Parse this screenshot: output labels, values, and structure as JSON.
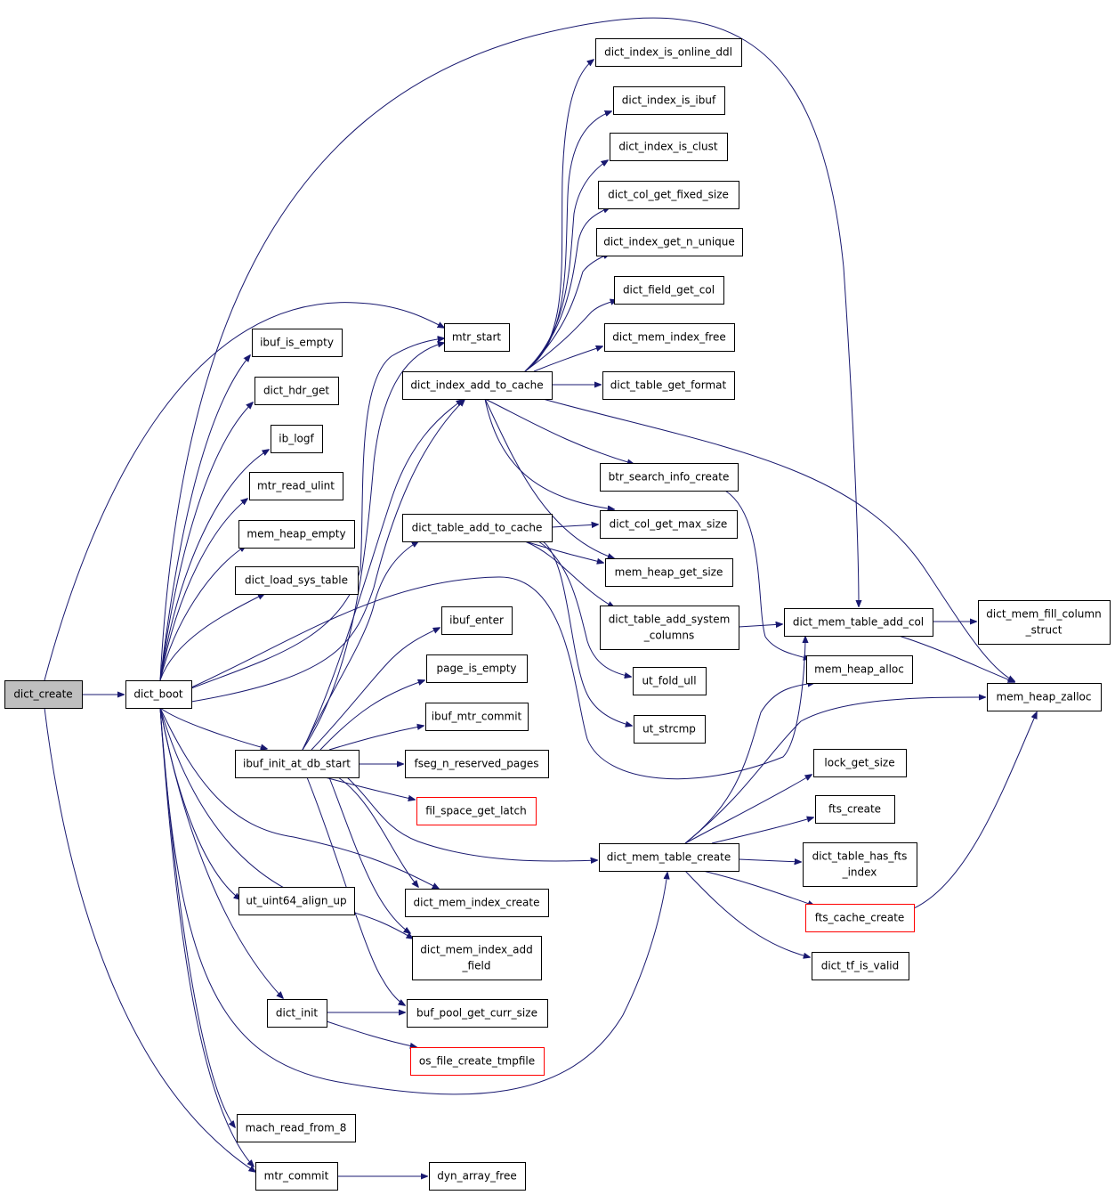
{
  "colors": {
    "edge": "#191970",
    "border": "#000000",
    "truncated_border": "#ff0000",
    "root_fill": "#bfbfbf",
    "node_fill": "#ffffff"
  },
  "nodes": [
    {
      "id": "dict_create",
      "lines": [
        "dict_create"
      ],
      "style": "root"
    },
    {
      "id": "dict_boot",
      "lines": [
        "dict_boot"
      ],
      "style": "normal"
    },
    {
      "id": "mtr_start",
      "lines": [
        "mtr_start"
      ],
      "style": "normal"
    },
    {
      "id": "dict_mem_table_add_col",
      "lines": [
        "dict_mem_table_add_col"
      ],
      "style": "normal"
    },
    {
      "id": "ibuf_is_empty",
      "lines": [
        "ibuf_is_empty"
      ],
      "style": "normal"
    },
    {
      "id": "dict_hdr_get",
      "lines": [
        "dict_hdr_get"
      ],
      "style": "normal"
    },
    {
      "id": "ib_logf",
      "lines": [
        "ib_logf"
      ],
      "style": "normal"
    },
    {
      "id": "mtr_read_ulint",
      "lines": [
        "mtr_read_ulint"
      ],
      "style": "normal"
    },
    {
      "id": "mem_heap_empty",
      "lines": [
        "mem_heap_empty"
      ],
      "style": "normal"
    },
    {
      "id": "dict_load_sys_table",
      "lines": [
        "dict_load_sys_table"
      ],
      "style": "normal"
    },
    {
      "id": "ibuf_init_at_db_start",
      "lines": [
        "ibuf_init_at_db_start"
      ],
      "style": "normal"
    },
    {
      "id": "ut_uint64_align_up",
      "lines": [
        "ut_uint64_align_up"
      ],
      "style": "normal"
    },
    {
      "id": "dict_init",
      "lines": [
        "dict_init"
      ],
      "style": "normal"
    },
    {
      "id": "mach_read_from_8",
      "lines": [
        "mach_read_from_8"
      ],
      "style": "normal"
    },
    {
      "id": "mtr_commit",
      "lines": [
        "mtr_commit"
      ],
      "style": "normal"
    },
    {
      "id": "dict_index_add_to_cache",
      "lines": [
        "dict_index_add_to_cache"
      ],
      "style": "normal"
    },
    {
      "id": "dict_table_add_to_cache",
      "lines": [
        "dict_table_add_to_cache"
      ],
      "style": "normal"
    },
    {
      "id": "ibuf_enter",
      "lines": [
        "ibuf_enter"
      ],
      "style": "normal"
    },
    {
      "id": "page_is_empty",
      "lines": [
        "page_is_empty"
      ],
      "style": "normal"
    },
    {
      "id": "ibuf_mtr_commit",
      "lines": [
        "ibuf_mtr_commit"
      ],
      "style": "normal"
    },
    {
      "id": "fseg_n_reserved_pages",
      "lines": [
        "fseg_n_reserved_pages"
      ],
      "style": "normal"
    },
    {
      "id": "fil_space_get_latch",
      "lines": [
        "fil_space_get_latch"
      ],
      "style": "truncated"
    },
    {
      "id": "dict_mem_index_create",
      "lines": [
        "dict_mem_index_create"
      ],
      "style": "normal"
    },
    {
      "id": "dict_mem_index_add_field",
      "lines": [
        "dict_mem_index_add",
        "_field"
      ],
      "style": "normal"
    },
    {
      "id": "buf_pool_get_curr_size",
      "lines": [
        "buf_pool_get_curr_size"
      ],
      "style": "normal"
    },
    {
      "id": "os_file_create_tmpfile",
      "lines": [
        "os_file_create_tmpfile"
      ],
      "style": "truncated"
    },
    {
      "id": "dyn_array_free",
      "lines": [
        "dyn_array_free"
      ],
      "style": "normal"
    },
    {
      "id": "dict_index_is_online_ddl",
      "lines": [
        "dict_index_is_online_ddl"
      ],
      "style": "normal"
    },
    {
      "id": "dict_index_is_ibuf",
      "lines": [
        "dict_index_is_ibuf"
      ],
      "style": "normal"
    },
    {
      "id": "dict_index_is_clust",
      "lines": [
        "dict_index_is_clust"
      ],
      "style": "normal"
    },
    {
      "id": "dict_col_get_fixed_size",
      "lines": [
        "dict_col_get_fixed_size"
      ],
      "style": "normal"
    },
    {
      "id": "dict_index_get_n_unique",
      "lines": [
        "dict_index_get_n_unique"
      ],
      "style": "normal"
    },
    {
      "id": "dict_field_get_col",
      "lines": [
        "dict_field_get_col"
      ],
      "style": "normal"
    },
    {
      "id": "dict_mem_index_free",
      "lines": [
        "dict_mem_index_free"
      ],
      "style": "normal"
    },
    {
      "id": "dict_table_get_format",
      "lines": [
        "dict_table_get_format"
      ],
      "style": "normal"
    },
    {
      "id": "btr_search_info_create",
      "lines": [
        "btr_search_info_create"
      ],
      "style": "normal"
    },
    {
      "id": "dict_col_get_max_size",
      "lines": [
        "dict_col_get_max_size"
      ],
      "style": "normal"
    },
    {
      "id": "mem_heap_get_size",
      "lines": [
        "mem_heap_get_size"
      ],
      "style": "normal"
    },
    {
      "id": "dict_table_add_system_columns",
      "lines": [
        "dict_table_add_system",
        "_columns"
      ],
      "style": "normal"
    },
    {
      "id": "ut_fold_ull",
      "lines": [
        "ut_fold_ull"
      ],
      "style": "normal"
    },
    {
      "id": "ut_strcmp",
      "lines": [
        "ut_strcmp"
      ],
      "style": "normal"
    },
    {
      "id": "dict_mem_table_create",
      "lines": [
        "dict_mem_table_create"
      ],
      "style": "normal"
    },
    {
      "id": "mem_heap_alloc",
      "lines": [
        "mem_heap_alloc"
      ],
      "style": "normal"
    },
    {
      "id": "dict_mem_fill_column_struct",
      "lines": [
        "dict_mem_fill_column",
        "_struct"
      ],
      "style": "normal"
    },
    {
      "id": "mem_heap_zalloc",
      "lines": [
        "mem_heap_zalloc"
      ],
      "style": "normal"
    },
    {
      "id": "lock_get_size",
      "lines": [
        "lock_get_size"
      ],
      "style": "normal"
    },
    {
      "id": "fts_create",
      "lines": [
        "fts_create"
      ],
      "style": "normal"
    },
    {
      "id": "dict_table_has_fts_index",
      "lines": [
        "dict_table_has_fts",
        "_index"
      ],
      "style": "normal"
    },
    {
      "id": "fts_cache_create",
      "lines": [
        "fts_cache_create"
      ],
      "style": "truncated"
    },
    {
      "id": "dict_tf_is_valid",
      "lines": [
        "dict_tf_is_valid"
      ],
      "style": "normal"
    }
  ],
  "edges": [
    {
      "from": "dict_create",
      "to": "dict_boot"
    },
    {
      "from": "dict_create",
      "to": "mtr_start"
    },
    {
      "from": "dict_create",
      "to": "mtr_commit"
    },
    {
      "from": "dict_boot",
      "to": "mtr_start"
    },
    {
      "from": "dict_boot",
      "to": "dict_mem_table_add_col"
    },
    {
      "from": "dict_boot",
      "to": "ibuf_is_empty"
    },
    {
      "from": "dict_boot",
      "to": "dict_hdr_get"
    },
    {
      "from": "dict_boot",
      "to": "ib_logf"
    },
    {
      "from": "dict_boot",
      "to": "mtr_read_ulint"
    },
    {
      "from": "dict_boot",
      "to": "mem_heap_empty"
    },
    {
      "from": "dict_boot",
      "to": "dict_load_sys_table"
    },
    {
      "from": "dict_boot",
      "to": "ibuf_init_at_db_start"
    },
    {
      "from": "dict_boot",
      "to": "ut_uint64_align_up"
    },
    {
      "from": "dict_boot",
      "to": "dict_init"
    },
    {
      "from": "dict_boot",
      "to": "mach_read_from_8"
    },
    {
      "from": "dict_boot",
      "to": "mtr_commit"
    },
    {
      "from": "dict_boot",
      "to": "dict_index_add_to_cache"
    },
    {
      "from": "dict_boot",
      "to": "dict_table_add_to_cache"
    },
    {
      "from": "dict_boot",
      "to": "dict_mem_index_create"
    },
    {
      "from": "dict_boot",
      "to": "dict_mem_index_add_field"
    },
    {
      "from": "dict_boot",
      "to": "dict_mem_table_create"
    },
    {
      "from": "ibuf_init_at_db_start",
      "to": "mtr_start"
    },
    {
      "from": "ibuf_init_at_db_start",
      "to": "dict_index_add_to_cache"
    },
    {
      "from": "ibuf_init_at_db_start",
      "to": "dict_table_add_to_cache"
    },
    {
      "from": "ibuf_init_at_db_start",
      "to": "ibuf_enter"
    },
    {
      "from": "ibuf_init_at_db_start",
      "to": "page_is_empty"
    },
    {
      "from": "ibuf_init_at_db_start",
      "to": "ibuf_mtr_commit"
    },
    {
      "from": "ibuf_init_at_db_start",
      "to": "fseg_n_reserved_pages"
    },
    {
      "from": "ibuf_init_at_db_start",
      "to": "fil_space_get_latch"
    },
    {
      "from": "ibuf_init_at_db_start",
      "to": "dict_mem_index_create"
    },
    {
      "from": "ibuf_init_at_db_start",
      "to": "dict_mem_index_add_field"
    },
    {
      "from": "ibuf_init_at_db_start",
      "to": "buf_pool_get_curr_size"
    },
    {
      "from": "ibuf_init_at_db_start",
      "to": "dict_mem_table_create"
    },
    {
      "from": "dict_init",
      "to": "buf_pool_get_curr_size"
    },
    {
      "from": "dict_init",
      "to": "os_file_create_tmpfile"
    },
    {
      "from": "mtr_commit",
      "to": "dyn_array_free"
    },
    {
      "from": "dict_index_add_to_cache",
      "to": "dict_index_is_online_ddl"
    },
    {
      "from": "dict_index_add_to_cache",
      "to": "dict_index_is_ibuf"
    },
    {
      "from": "dict_index_add_to_cache",
      "to": "dict_index_is_clust"
    },
    {
      "from": "dict_index_add_to_cache",
      "to": "dict_col_get_fixed_size"
    },
    {
      "from": "dict_index_add_to_cache",
      "to": "dict_index_get_n_unique"
    },
    {
      "from": "dict_index_add_to_cache",
      "to": "dict_field_get_col"
    },
    {
      "from": "dict_index_add_to_cache",
      "to": "dict_mem_index_free"
    },
    {
      "from": "dict_index_add_to_cache",
      "to": "dict_table_get_format"
    },
    {
      "from": "dict_index_add_to_cache",
      "to": "btr_search_info_create"
    },
    {
      "from": "dict_index_add_to_cache",
      "to": "dict_col_get_max_size"
    },
    {
      "from": "dict_index_add_to_cache",
      "to": "mem_heap_get_size"
    },
    {
      "from": "dict_index_add_to_cache",
      "to": "mem_heap_zalloc"
    },
    {
      "from": "dict_table_add_to_cache",
      "to": "dict_col_get_max_size"
    },
    {
      "from": "dict_table_add_to_cache",
      "to": "mem_heap_get_size"
    },
    {
      "from": "dict_table_add_to_cache",
      "to": "dict_table_add_system_columns"
    },
    {
      "from": "dict_table_add_to_cache",
      "to": "ut_fold_ull"
    },
    {
      "from": "dict_table_add_to_cache",
      "to": "ut_strcmp"
    },
    {
      "from": "btr_search_info_create",
      "to": "mem_heap_alloc"
    },
    {
      "from": "dict_table_add_system_columns",
      "to": "dict_mem_table_add_col"
    },
    {
      "from": "dict_mem_table_add_col",
      "to": "dict_mem_fill_column_struct"
    },
    {
      "from": "dict_mem_table_add_col",
      "to": "mem_heap_zalloc"
    },
    {
      "from": "dict_mem_table_create",
      "to": "mem_heap_alloc"
    },
    {
      "from": "dict_mem_table_create",
      "to": "mem_heap_zalloc"
    },
    {
      "from": "dict_mem_table_create",
      "to": "lock_get_size"
    },
    {
      "from": "dict_mem_table_create",
      "to": "fts_create"
    },
    {
      "from": "dict_mem_table_create",
      "to": "dict_table_has_fts_index"
    },
    {
      "from": "dict_mem_table_create",
      "to": "fts_cache_create"
    },
    {
      "from": "dict_mem_table_create",
      "to": "dict_tf_is_valid"
    },
    {
      "from": "fts_cache_create",
      "to": "mem_heap_zalloc"
    }
  ]
}
